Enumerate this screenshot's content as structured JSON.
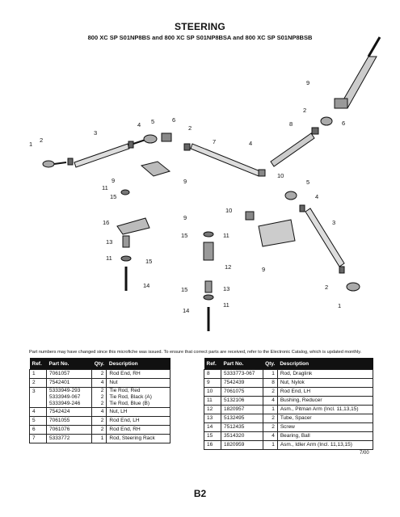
{
  "header": {
    "title": "STEERING",
    "subtitle": "800 XC SP S01NP8BS and 800 XC SP S01NP8BSA and 800 XC SP S01NP8BSB"
  },
  "callouts": [
    "1",
    "2",
    "3",
    "4",
    "5",
    "6",
    "2",
    "7",
    "4",
    "8",
    "2",
    "9",
    "6",
    "9",
    "11",
    "15",
    "9",
    "10",
    "5",
    "4",
    "16",
    "9",
    "10",
    "11",
    "3",
    "13",
    "15",
    "11",
    "15",
    "12",
    "9",
    "14",
    "15",
    "13",
    "2",
    "14",
    "11",
    "1"
  ],
  "note": "Part numbers may have changed since this microfiche was issued.  To ensure that correct parts are received, refer to the Electronic Catalog, which is updated monthly.",
  "table_headers": [
    "Ref.",
    "Part No.",
    "Qty.",
    "Description"
  ],
  "left_parts": [
    {
      "ref": "1",
      "part": "7061057",
      "qty": "2",
      "desc": "Rod End, RH"
    },
    {
      "ref": "2",
      "part": "7542401",
      "qty": "4",
      "desc": "Nut"
    },
    {
      "ref": "3",
      "part": "5333949-293",
      "qty": "2",
      "desc": "Tie Rod, Red"
    },
    {
      "ref": "",
      "part": "5333949-067",
      "qty": "2",
      "desc": "Tie Rod, Black (A)"
    },
    {
      "ref": "",
      "part": "5333949-246",
      "qty": "2",
      "desc": "Tie Rod, Blue (B)"
    },
    {
      "ref": "4",
      "part": "7542424",
      "qty": "4",
      "desc": "Nut, LH"
    },
    {
      "ref": "5",
      "part": "7061055",
      "qty": "2",
      "desc": "Rod End, LH"
    },
    {
      "ref": "6",
      "part": "7061076",
      "qty": "2",
      "desc": "Rod End, RH"
    },
    {
      "ref": "7",
      "part": "5333772",
      "qty": "1",
      "desc": "Rod, Steering Rack"
    }
  ],
  "right_parts": [
    {
      "ref": "8",
      "part": "5333773-067",
      "qty": "1",
      "desc": "Rod, Draglink"
    },
    {
      "ref": "9",
      "part": "7542439",
      "qty": "8",
      "desc": "Nut, Nylok"
    },
    {
      "ref": "10",
      "part": "7061075",
      "qty": "2",
      "desc": "Rod End, LH"
    },
    {
      "ref": "11",
      "part": "5132106",
      "qty": "4",
      "desc": "Bushing, Reducer"
    },
    {
      "ref": "12",
      "part": "1820957",
      "qty": "1",
      "desc": "Asm., Pitman Arm (Incl. 11,13,15)"
    },
    {
      "ref": "13",
      "part": "5132495",
      "qty": "2",
      "desc": "Tube, Spacer"
    },
    {
      "ref": "14",
      "part": "7512435",
      "qty": "2",
      "desc": "Screw"
    },
    {
      "ref": "15",
      "part": "3514320",
      "qty": "4",
      "desc": "Bearing, Ball"
    },
    {
      "ref": "16",
      "part": "1820959",
      "qty": "1",
      "desc": "Asm., Idler Arm (Incl. 11,13,15)"
    }
  ],
  "footer": {
    "date": "7/00",
    "page": "B2"
  }
}
